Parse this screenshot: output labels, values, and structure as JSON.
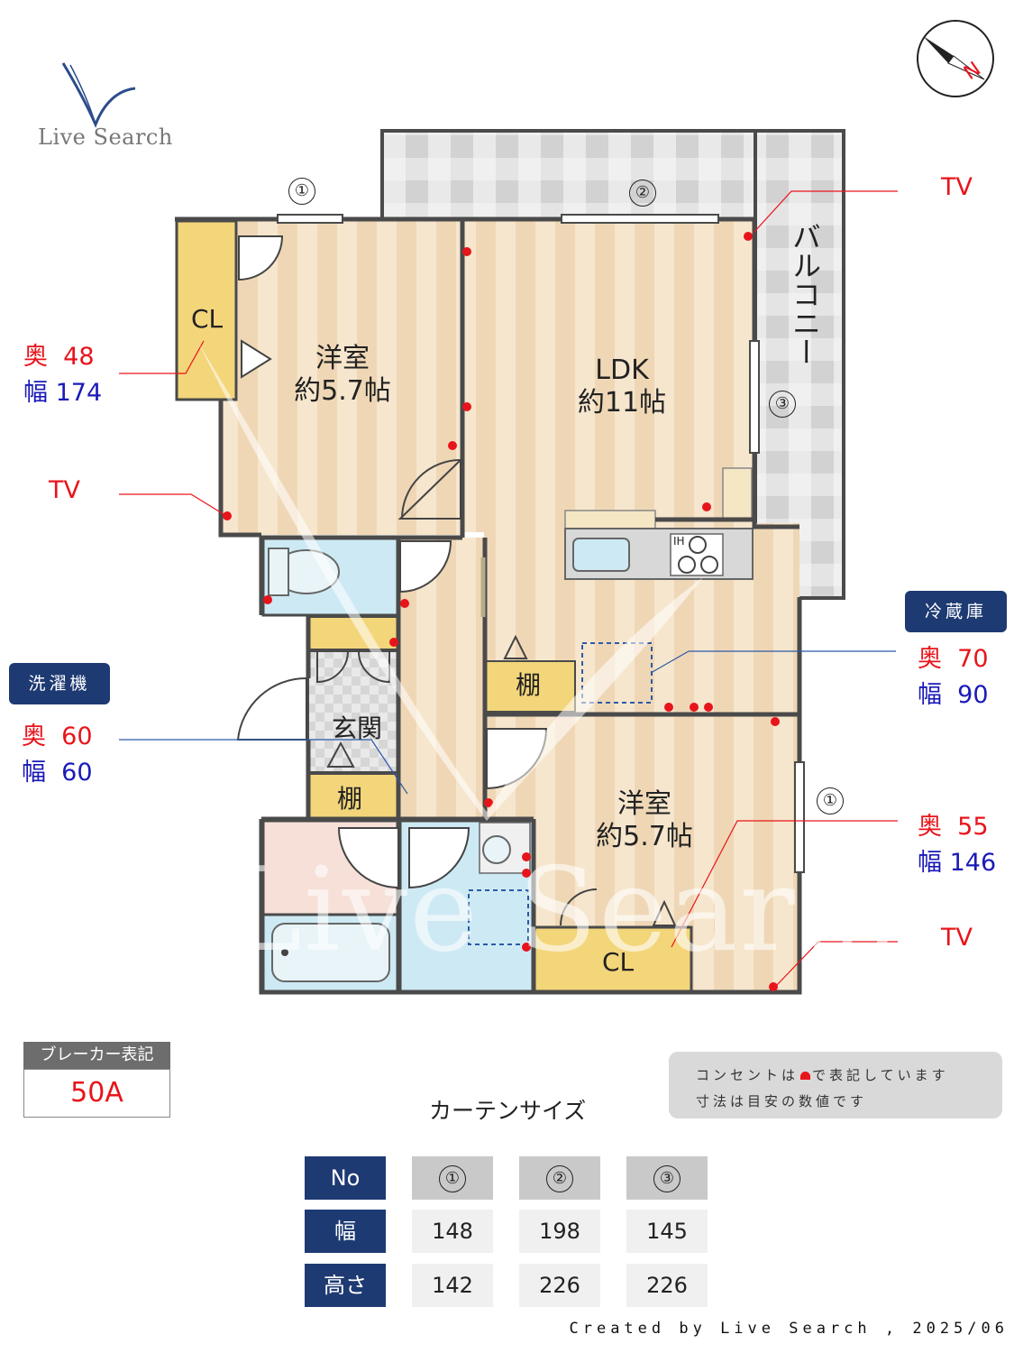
{
  "brand": {
    "logo_text": "Live Search",
    "watermark_text": "Live Search"
  },
  "rooms": {
    "western_room_1": {
      "name": "洋室",
      "size": "約5.7帖"
    },
    "ldk": {
      "name": "LDK",
      "size": "約11帖"
    },
    "western_room_2": {
      "name": "洋室",
      "size": "約5.7帖"
    },
    "balcony": "バルコニー",
    "entrance": "玄関",
    "shelf_1": "棚",
    "shelf_2": "棚",
    "closet_1": "CL",
    "closet_2": "CL",
    "ih_label": "IH"
  },
  "window_markers": {
    "w1_top": "①",
    "w2_top": "②",
    "w3_right": "③",
    "w1_right": "①"
  },
  "annotations": {
    "closet_depth_label": "奥",
    "closet_depth_value": "48",
    "closet_width_label": "幅",
    "closet_width_value": "174",
    "tv_left": "TV",
    "tv_top_right": "TV",
    "tv_bottom_right": "TV",
    "fridge_tag": "冷蔵庫",
    "fridge_depth_label": "奥",
    "fridge_depth_value": "70",
    "fridge_width_label": "幅",
    "fridge_width_value": "90",
    "washer_tag": "洗濯機",
    "washer_depth_label": "奥",
    "washer_depth_value": "60",
    "washer_width_label": "幅",
    "washer_width_value": "60",
    "closet2_depth_label": "奥",
    "closet2_depth_value": "55",
    "closet2_width_label": "幅",
    "closet2_width_value": "146"
  },
  "breaker": {
    "label": "ブレーカー表記",
    "value": "50A"
  },
  "notes": {
    "line1_pre": "コンセントは",
    "line1_post": "で表記しています",
    "line2": "寸法は目安の数値です"
  },
  "curtain": {
    "title": "カーテンサイズ",
    "row_headers": [
      "No",
      "幅",
      "高さ"
    ],
    "columns": [
      {
        "no": "①",
        "width": "148",
        "height": "142"
      },
      {
        "no": "②",
        "width": "198",
        "height": "226"
      },
      {
        "no": "③",
        "width": "145",
        "height": "226"
      }
    ]
  },
  "credit": "Created by Live Search , 2025/06",
  "colors": {
    "red": "#e8141b",
    "blue": "#1a1ab8",
    "navy": "#1e3a73",
    "wall": "#4a4a4a",
    "wood": "#f1dcc0",
    "closet": "#f3d57a",
    "wet": "#cde9f4"
  }
}
